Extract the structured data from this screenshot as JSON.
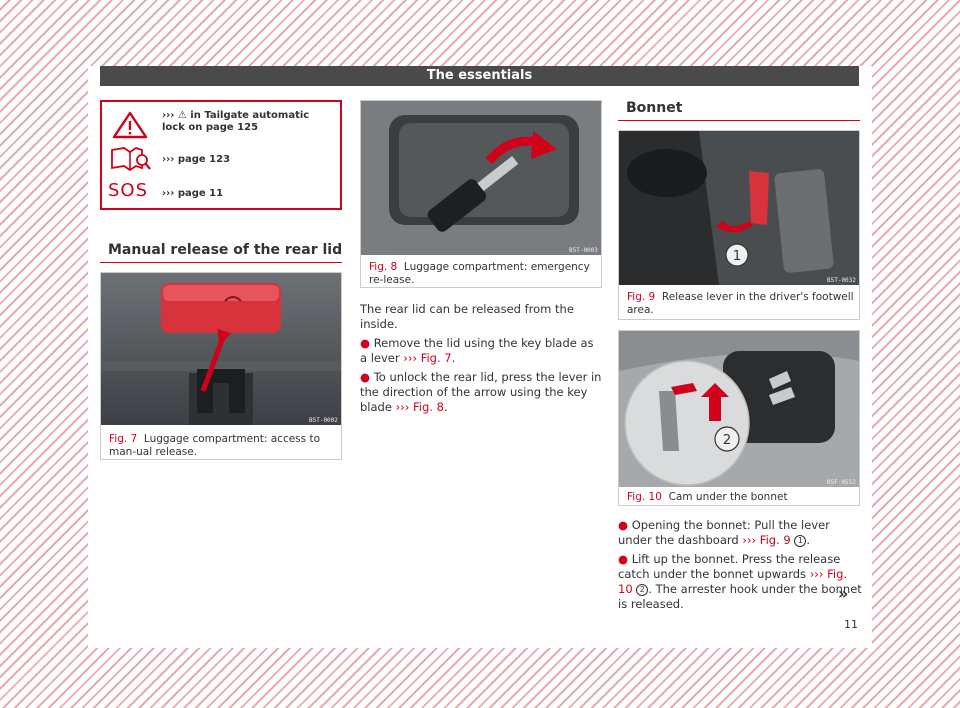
{
  "header": {
    "title": "The essentials"
  },
  "warning_box": {
    "rows": [
      {
        "icon": "warning-triangle-icon",
        "text": "››› ⚠ in Tailgate automatic lock on page 125"
      },
      {
        "icon": "manual-book-icon",
        "text": "››› page 123"
      },
      {
        "icon": "sos-icon",
        "symbol": "SOS",
        "text": "››› page 11"
      }
    ]
  },
  "section_manual": {
    "title": "Manual release of the rear lid"
  },
  "fig7": {
    "label": "Fig. 7",
    "caption": "Luggage compartment: access to man-ual release.",
    "code": "B5T-0002"
  },
  "fig8": {
    "label": "Fig. 8",
    "caption": "Luggage compartment: emergency re-lease.",
    "code": "B5T-0003"
  },
  "middle_text": {
    "intro": "The rear lid can be released from the inside.",
    "step1_a": "Remove the lid using the key blade as a lever",
    "step1_ref": "››› Fig. 7",
    "step2_a": "To unlock the rear lid, press the lever in the direction of the arrow using the key blade",
    "step2_ref": "››› Fig. 8"
  },
  "section_bonnet": {
    "title": "Bonnet"
  },
  "fig9": {
    "label": "Fig. 9",
    "caption": "Release lever in the driver's footwell area.",
    "code": "B5T-0032",
    "callout": "1"
  },
  "fig10": {
    "label": "Fig. 10",
    "caption": "Cam under the bonnet",
    "code": "B5F-0552",
    "callout": "2"
  },
  "right_text": {
    "step1_a": "Opening the bonnet: Pull the lever under the dashboard",
    "step1_ref": "››› Fig. 9",
    "step1_callout": "1",
    "step2_a": "Lift up the bonnet. Press the release catch under the bonnet upwards",
    "step2_ref": "››› Fig. 10",
    "step2_callout": "2",
    "step2_b": "The arrester hook under the bonnet is released.",
    "continue_mark": "»"
  },
  "page_number": "11"
}
